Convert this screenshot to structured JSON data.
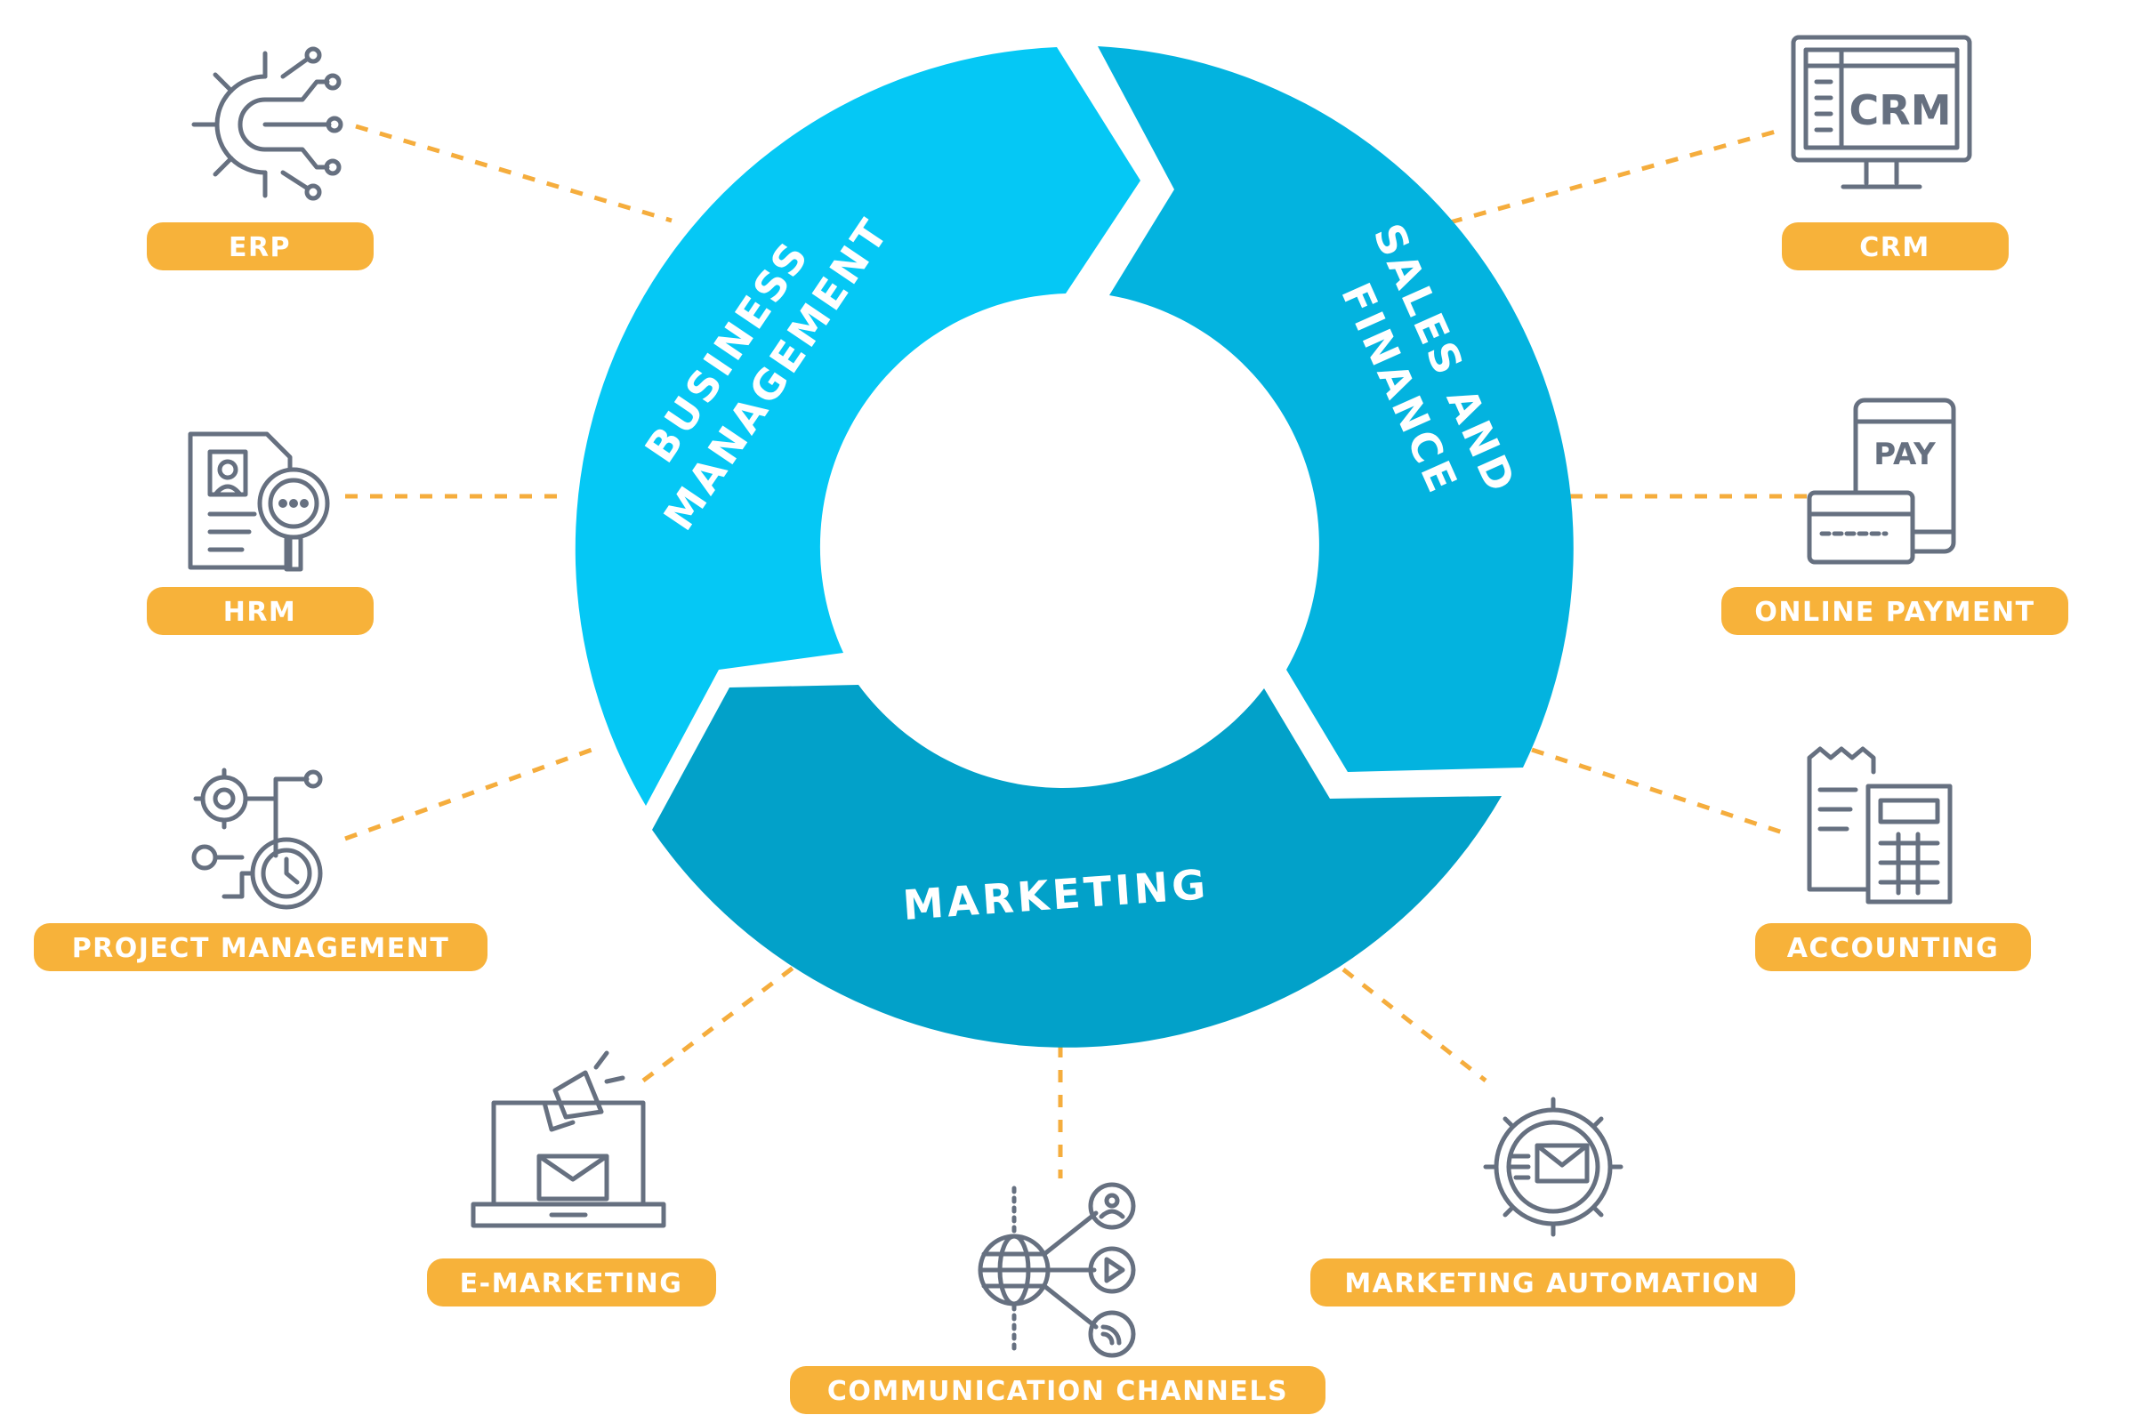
{
  "colors": {
    "segment_business": "#05c8f5",
    "segment_sales": "#03b3df",
    "segment_marketing": "#02a1c9",
    "pill": "#f7b23a",
    "connector": "#f5ad3d",
    "icon_stroke": "#667080"
  },
  "cycle": {
    "segments": [
      {
        "id": "business",
        "line1": "BUSINESS",
        "line2": "MANAGEMENT"
      },
      {
        "id": "sales",
        "line1": "SALES AND",
        "line2": "FINANCE"
      },
      {
        "id": "marketing",
        "line1": "MARKETING"
      }
    ]
  },
  "modules": [
    {
      "id": "erp",
      "label": "ERP",
      "icon": "gear-circuit-icon"
    },
    {
      "id": "hrm",
      "label": "HRM",
      "icon": "resume-search-icon"
    },
    {
      "id": "project-management",
      "label": "PROJECT MANAGEMENT",
      "icon": "workflow-clock-icon"
    },
    {
      "id": "e-marketing",
      "label": "E-MARKETING",
      "icon": "laptop-megaphone-icon"
    },
    {
      "id": "communication-channels",
      "label": "COMMUNICATION CHANNELS",
      "icon": "globe-network-icon"
    },
    {
      "id": "marketing-automation",
      "label": "MARKETING AUTOMATION",
      "icon": "gear-mail-icon"
    },
    {
      "id": "accounting",
      "label": "ACCOUNTING",
      "icon": "calculator-receipt-icon"
    },
    {
      "id": "online-payment",
      "label": "ONLINE PAYMENT",
      "icon": "phone-card-pay-icon"
    },
    {
      "id": "crm",
      "label": "CRM",
      "icon": "monitor-crm-icon"
    }
  ],
  "icon_texts": {
    "crm": "CRM",
    "pay": "PAY"
  }
}
